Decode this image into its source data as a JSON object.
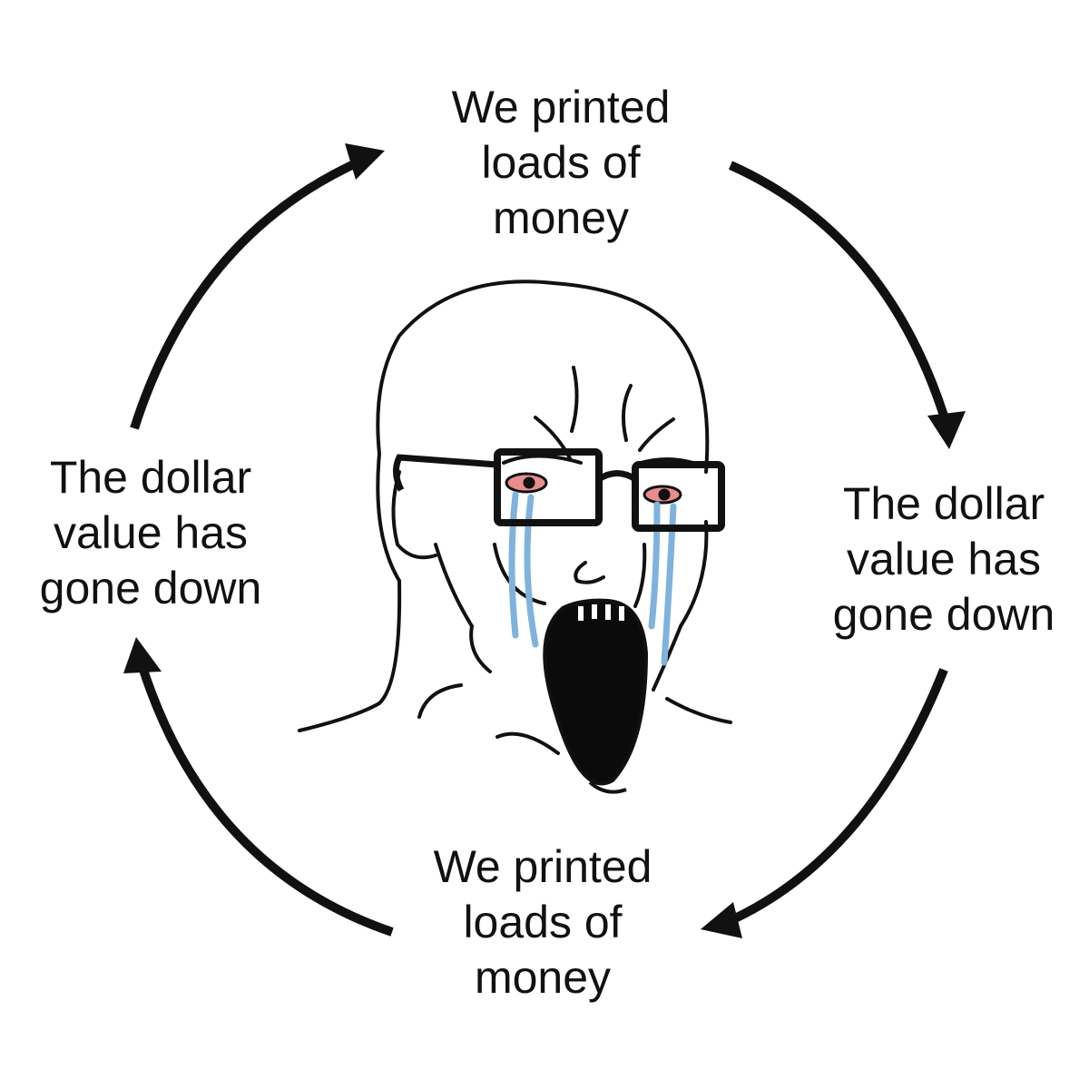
{
  "cycle": {
    "top": {
      "lines": [
        "We printed",
        "loads of",
        "money"
      ]
    },
    "right": {
      "lines": [
        "The dollar",
        "value has",
        "gone down"
      ]
    },
    "bottom": {
      "lines": [
        "We printed",
        "loads of",
        "money"
      ]
    },
    "left": {
      "lines": [
        "The dollar",
        "value has",
        "gone down"
      ]
    }
  },
  "colors": {
    "ink": "#111111",
    "tears": "#7fb2dd",
    "eye_red": "#e88c8c",
    "background": "#ffffff"
  },
  "icons": {
    "center": "crying-wojak-face",
    "arrows": "clockwise-cycle-arrow"
  }
}
